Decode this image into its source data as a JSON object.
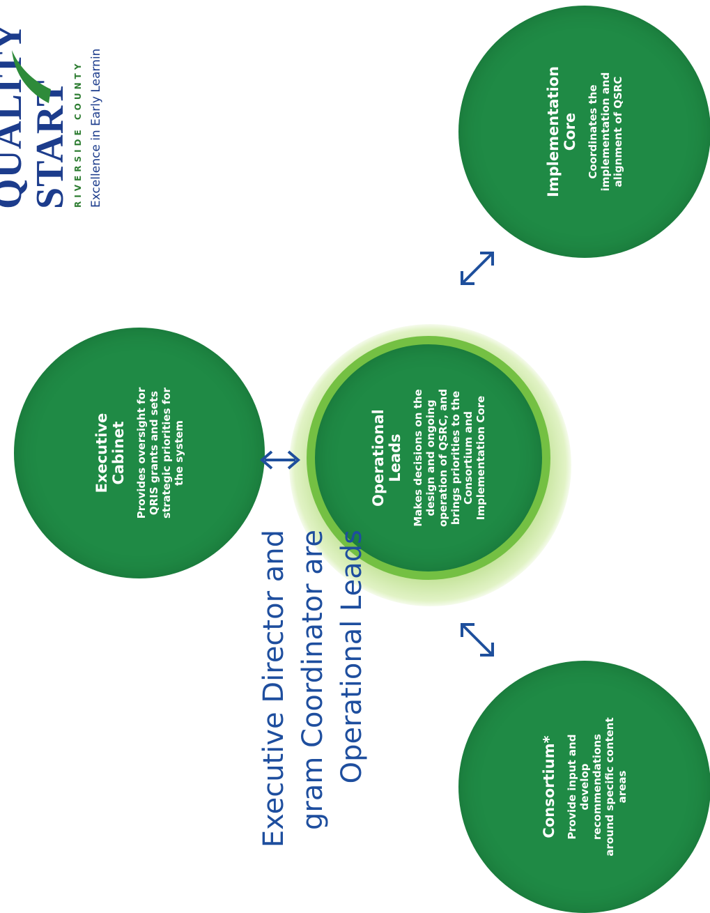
{
  "logo": {
    "line1": "QUALITY",
    "line2": "START",
    "county": "RIVERSIDE COUNTY",
    "tagline": "Excellence in Early Learnin"
  },
  "note": "Executive Director and\ngram Coordinator are\nOperational Leads",
  "nodes": {
    "executive_cabinet": {
      "title": "Executive Cabinet",
      "description": "Provides oversight for QRIS grants and sets strategic priorities for the system"
    },
    "operational_leads": {
      "title": "Operational Leads",
      "description": "Makes decisions on the design and ongoing operation of QSRC, and brings priorities to the Consortium and Implementation Core"
    },
    "implementation_core": {
      "title": "Implementation Core",
      "description": "Coordinates the implementation and alignment of QSRC"
    },
    "consortium": {
      "title": "Consortium*",
      "description": "Provide input and develop recommendations around specific content areas"
    }
  },
  "colors": {
    "circle_green": "#1f8a45",
    "ring_green": "#74c043",
    "arrow_blue": "#1e4f9c",
    "text_blue": "#1e4e9e"
  }
}
